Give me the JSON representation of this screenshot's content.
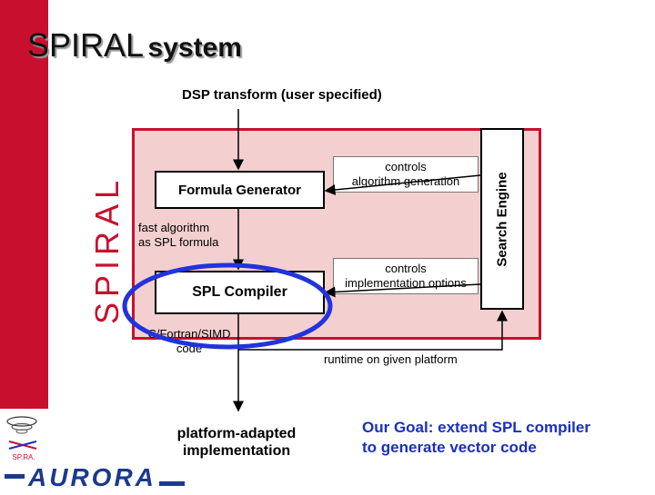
{
  "title": {
    "main": "SPIRAL",
    "sub": "system"
  },
  "side_label": "SPIRAL",
  "input_label": "DSP transform (user specified)",
  "nodes": {
    "formula_generator": "Formula Generator",
    "spl_compiler": "SPL Compiler",
    "search_engine": "Search Engine"
  },
  "annotations": {
    "controls_algorithm": [
      "controls",
      "algorithm generation"
    ],
    "controls_implementation": [
      "controls",
      "implementation options"
    ],
    "fast_algorithm": [
      "fast algorithm",
      "as SPL formula"
    ],
    "c_fortran": [
      "C/Fortran/SIMD",
      "code"
    ],
    "runtime": "runtime on given platform",
    "platform_adapted": [
      "platform-adapted",
      "implementation"
    ]
  },
  "goal": [
    "Our Goal: extend SPL compiler",
    "to generate vector code"
  ],
  "logos": {
    "spiral_small": "SPIRAL",
    "aurora": "AURORA"
  },
  "colors": {
    "accent_red": "#c8102e",
    "panel_pink": "#f4cfcf",
    "highlight_blue": "#2233dd",
    "goal_blue": "#1a2fc0"
  }
}
